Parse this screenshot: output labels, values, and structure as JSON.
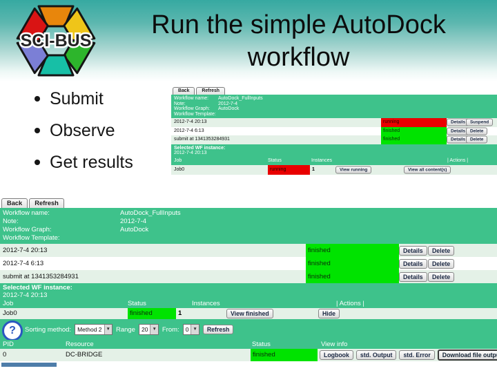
{
  "slide": {
    "title_line1": "Run the simple AutoDock",
    "title_line2": "workflow",
    "logo_text": "SCI-BUS",
    "bullets": [
      "Submit",
      "Observe",
      "Get results"
    ]
  },
  "colors": {
    "banner_teal": "#36a9a1",
    "table_green": "#3ec28b",
    "row_alt_green": "#e4f1e7",
    "status_running_red": "#e90000",
    "status_finished_green": "#00e300",
    "scrollbar_blue": "#4e7da9"
  },
  "shot_small": {
    "toolbar": {
      "back": "Back",
      "refresh": "Refresh"
    },
    "info": [
      {
        "label": "Workflow name:",
        "value": "AutoDock_FullInputs"
      },
      {
        "label": "Note:",
        "value": "2012-7-4"
      },
      {
        "label": "Workflow Graph:",
        "value": "AutoDock"
      },
      {
        "label": "Workflow Template:",
        "value": ""
      }
    ],
    "instances": [
      {
        "label": "2012-7-4 20:13",
        "status": "running",
        "actions": [
          "Details",
          "Suspend"
        ]
      },
      {
        "label": "2012-7-4 6:13",
        "status": "finished",
        "actions": [
          "Details",
          "Delete"
        ]
      },
      {
        "label": "submit at 1341353284931",
        "status": "finished",
        "actions": [
          "Details",
          "Delete"
        ]
      }
    ],
    "selected_wf": {
      "label": "Selected WF instance:",
      "value": "2012-7-4 20:13"
    },
    "job_table": {
      "headers": [
        "Job",
        "Status",
        "Instances",
        "| Actions |"
      ],
      "row": {
        "job": "Job0",
        "status": "running",
        "instances": "1",
        "action1": "View running",
        "action2": "View all content(s)"
      }
    }
  },
  "shot_large": {
    "toolbar": {
      "back": "Back",
      "refresh": "Refresh"
    },
    "info": [
      {
        "label": "Workflow name:",
        "value": "AutoDock_FullInputs"
      },
      {
        "label": "Note:",
        "value": "2012-7-4"
      },
      {
        "label": "Workflow Graph:",
        "value": "AutoDock"
      },
      {
        "label": "Workflow Template:",
        "value": ""
      }
    ],
    "instances": [
      {
        "label": "2012-7-4 20:13",
        "status": "finished",
        "actions": [
          "Details",
          "Delete"
        ]
      },
      {
        "label": "2012-7-4 6:13",
        "status": "finished",
        "actions": [
          "Details",
          "Delete"
        ]
      },
      {
        "label": "submit at 1341353284931",
        "status": "finished",
        "actions": [
          "Details",
          "Delete"
        ]
      }
    ],
    "selected_wf": {
      "label": "Selected WF instance:",
      "value": "2012-7-4 20:13"
    },
    "job_table": {
      "headers": [
        "Job",
        "Status",
        "Instances",
        "| Actions |"
      ],
      "row": {
        "job": "Job0",
        "status": "finished",
        "instances": "1",
        "action1": "View finished",
        "action2": "Hide"
      }
    },
    "controls": {
      "help": "?",
      "sorting_label": "Sorting method:",
      "sorting_value": "Method 2",
      "range_label": "Range",
      "range_value": "20",
      "from_label": "From:",
      "from_value": "0",
      "refresh": "Refresh"
    },
    "pid_table": {
      "headers": [
        "PID",
        "Resource",
        "Status",
        "View info"
      ],
      "row": {
        "pid": "0",
        "resource": "DC-BRIDGE",
        "status": "finished",
        "buttons": [
          "Logbook",
          "std. Output",
          "std. Error",
          "Download file output"
        ]
      }
    }
  }
}
